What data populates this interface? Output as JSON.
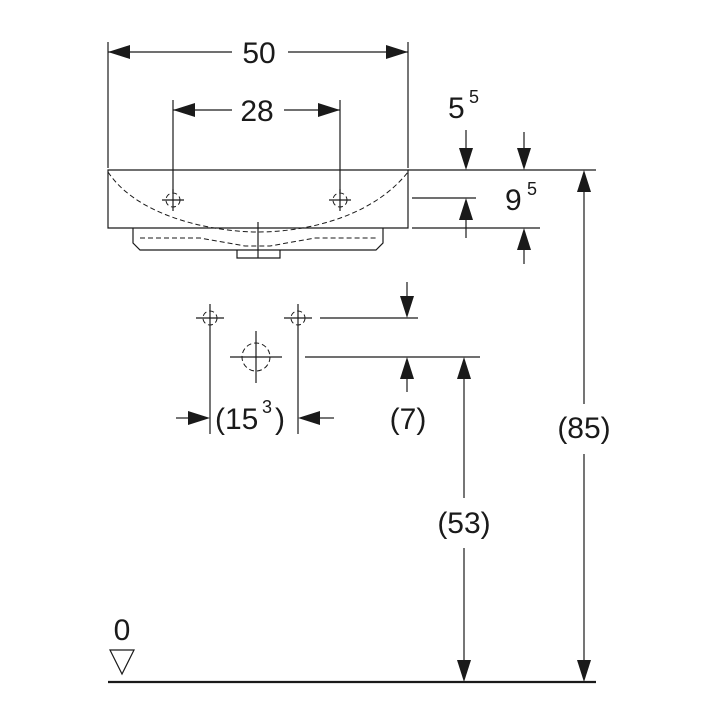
{
  "dimensions": {
    "overall_width": "50",
    "tap_hole_spacing": "28",
    "rim_offset_base": "5",
    "rim_offset_sup": "5",
    "basin_depth_base": "9",
    "basin_depth_sup": "5",
    "supply_spacing_open": "(15",
    "supply_spacing_sup": "3",
    "supply_spacing_close": ")",
    "supply_offset": "(7)",
    "drain_height": "(53)",
    "rim_height": "(85)",
    "floor_level": "0"
  }
}
